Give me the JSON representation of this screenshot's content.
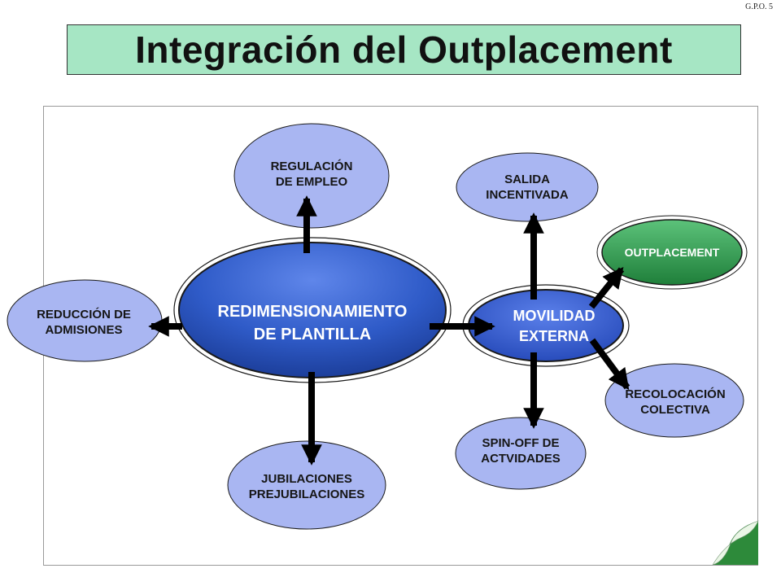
{
  "corner_note": "G.P.O. 5",
  "title": "Integración del Outplacement",
  "nodes": {
    "main": "REDIMENSIONAMIENTO\nDE PLANTILLA",
    "regulacion": "REGULACIÓN\nDE EMPLEO",
    "reduccion": "REDUCCIÓN DE\nADMISIONES",
    "jubilaciones": "JUBILACIONES\nPREJUBILACIONES",
    "movilidad": "MOVILIDAD\nEXTERNA",
    "salida": "SALIDA\nINCENTIVADA",
    "outplacement": "OUTPLACEMENT",
    "recolocacion": "RECOLOCACIÓN\nCOLECTIVA",
    "spinoff": "SPIN-OFF DE\nACTVIDADES"
  },
  "colors": {
    "title_bg": "#a6e6c4",
    "light_node": "#a9b6f2",
    "main_node": "#2a56c4",
    "movilidad_node": "#3b66d8",
    "outplacement_node": "#2f9a4f",
    "arrow": "#000000"
  }
}
